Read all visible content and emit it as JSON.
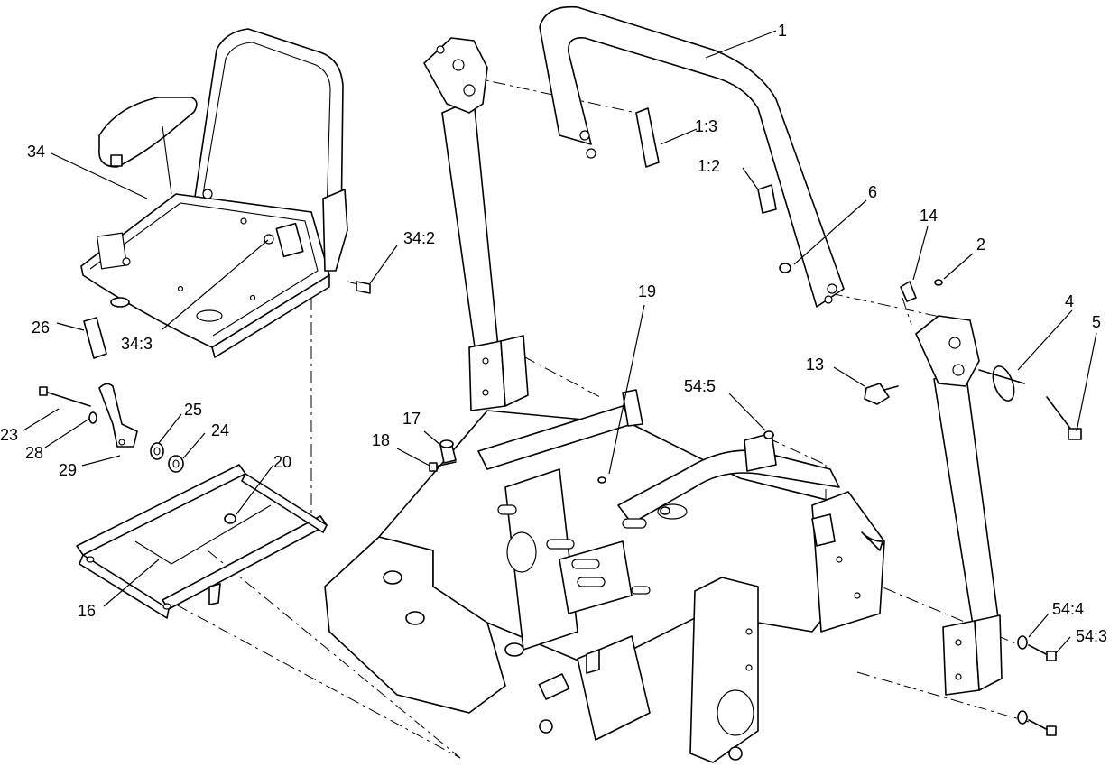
{
  "callouts": [
    {
      "id": "c1",
      "label": "1"
    },
    {
      "id": "c1_3",
      "label": "1:3"
    },
    {
      "id": "c1_2",
      "label": "1:2"
    },
    {
      "id": "c6",
      "label": "6"
    },
    {
      "id": "c14",
      "label": "14"
    },
    {
      "id": "c2",
      "label": "2"
    },
    {
      "id": "c4",
      "label": "4"
    },
    {
      "id": "c5",
      "label": "5"
    },
    {
      "id": "c13",
      "label": "13"
    },
    {
      "id": "c54_5",
      "label": "54:5"
    },
    {
      "id": "c19",
      "label": "19"
    },
    {
      "id": "c17",
      "label": "17"
    },
    {
      "id": "c18",
      "label": "18"
    },
    {
      "id": "c34",
      "label": "34"
    },
    {
      "id": "c34_2",
      "label": "34:2"
    },
    {
      "id": "c34_3",
      "label": "34:3"
    },
    {
      "id": "c26",
      "label": "26"
    },
    {
      "id": "c23",
      "label": "23"
    },
    {
      "id": "c28",
      "label": "28"
    },
    {
      "id": "c29",
      "label": "29"
    },
    {
      "id": "c25",
      "label": "25"
    },
    {
      "id": "c24",
      "label": "24"
    },
    {
      "id": "c20",
      "label": "20"
    },
    {
      "id": "c16",
      "label": "16"
    },
    {
      "id": "c54_4",
      "label": "54:4"
    },
    {
      "id": "c54_3",
      "label": "54:3"
    }
  ]
}
